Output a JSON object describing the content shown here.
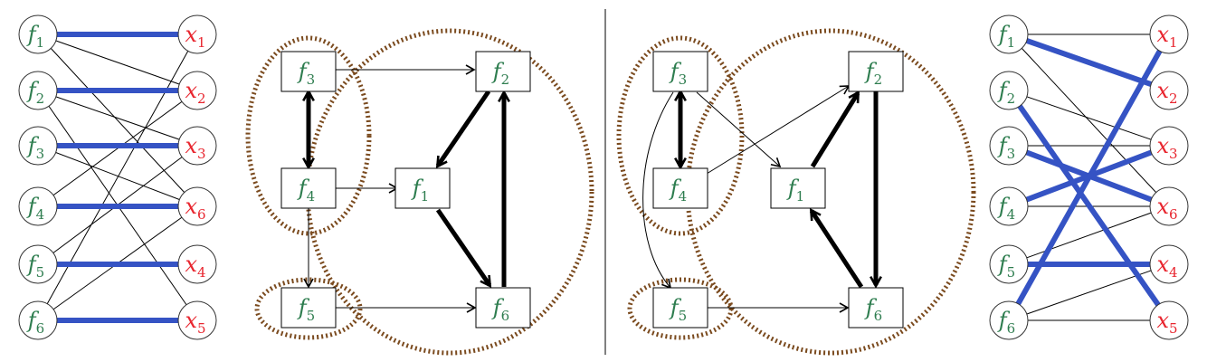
{
  "colors": {
    "factor": "#2e7d4f",
    "variable": "#e8262f",
    "matching": "#3553c4",
    "cluster": "#7a4a1e",
    "edge": "#000000"
  },
  "bipartite_left": {
    "factors": [
      {
        "id": "f1",
        "base": "f",
        "sub": "1"
      },
      {
        "id": "f2",
        "base": "f",
        "sub": "2"
      },
      {
        "id": "f3",
        "base": "f",
        "sub": "3"
      },
      {
        "id": "f4",
        "base": "f",
        "sub": "4"
      },
      {
        "id": "f5",
        "base": "f",
        "sub": "5"
      },
      {
        "id": "f6",
        "base": "f",
        "sub": "6"
      }
    ],
    "variables": [
      {
        "id": "x1",
        "base": "x",
        "sub": "1"
      },
      {
        "id": "x2",
        "base": "x",
        "sub": "2"
      },
      {
        "id": "x3",
        "base": "x",
        "sub": "3"
      },
      {
        "id": "x6",
        "base": "x",
        "sub": "6"
      },
      {
        "id": "x4",
        "base": "x",
        "sub": "4"
      },
      {
        "id": "x5",
        "base": "x",
        "sub": "5"
      }
    ],
    "edges": [
      [
        "f1",
        "x2"
      ],
      [
        "f1",
        "x6"
      ],
      [
        "f2",
        "x3"
      ],
      [
        "f2",
        "x5"
      ],
      [
        "f3",
        "x6"
      ],
      [
        "f4",
        "x2"
      ],
      [
        "f5",
        "x3"
      ],
      [
        "f5",
        "x4"
      ],
      [
        "f6",
        "x1"
      ],
      [
        "f6",
        "x6"
      ]
    ],
    "matching": [
      [
        "f1",
        "x1"
      ],
      [
        "f2",
        "x2"
      ],
      [
        "f3",
        "x3"
      ],
      [
        "f4",
        "x6"
      ],
      [
        "f5",
        "x4"
      ],
      [
        "f6",
        "x5"
      ]
    ]
  },
  "digraph_left": {
    "nodes": [
      {
        "id": "f3",
        "base": "f",
        "sub": "3"
      },
      {
        "id": "f4",
        "base": "f",
        "sub": "4"
      },
      {
        "id": "f5",
        "base": "f",
        "sub": "5"
      },
      {
        "id": "f2",
        "base": "f",
        "sub": "2"
      },
      {
        "id": "f1",
        "base": "f",
        "sub": "1"
      },
      {
        "id": "f6",
        "base": "f",
        "sub": "6"
      }
    ]
  },
  "digraph_right": {
    "nodes": [
      {
        "id": "f3",
        "base": "f",
        "sub": "3"
      },
      {
        "id": "f4",
        "base": "f",
        "sub": "4"
      },
      {
        "id": "f5",
        "base": "f",
        "sub": "5"
      },
      {
        "id": "f2",
        "base": "f",
        "sub": "2"
      },
      {
        "id": "f1",
        "base": "f",
        "sub": "1"
      },
      {
        "id": "f6",
        "base": "f",
        "sub": "6"
      }
    ]
  },
  "bipartite_right": {
    "factors": [
      {
        "id": "f1",
        "base": "f",
        "sub": "1"
      },
      {
        "id": "f2",
        "base": "f",
        "sub": "2"
      },
      {
        "id": "f3",
        "base": "f",
        "sub": "3"
      },
      {
        "id": "f4",
        "base": "f",
        "sub": "4"
      },
      {
        "id": "f5",
        "base": "f",
        "sub": "5"
      },
      {
        "id": "f6",
        "base": "f",
        "sub": "6"
      }
    ],
    "variables": [
      {
        "id": "x1",
        "base": "x",
        "sub": "1"
      },
      {
        "id": "x2",
        "base": "x",
        "sub": "2"
      },
      {
        "id": "x3",
        "base": "x",
        "sub": "3"
      },
      {
        "id": "x6",
        "base": "x",
        "sub": "6"
      },
      {
        "id": "x4",
        "base": "x",
        "sub": "4"
      },
      {
        "id": "x5",
        "base": "x",
        "sub": "5"
      }
    ],
    "edges": [
      [
        "f1",
        "x1"
      ],
      [
        "f1",
        "x6"
      ],
      [
        "f2",
        "x3"
      ],
      [
        "f3",
        "x3"
      ],
      [
        "f4",
        "x6"
      ],
      [
        "f5",
        "x6"
      ],
      [
        "f6",
        "x4"
      ],
      [
        "f6",
        "x5"
      ]
    ],
    "matching": [
      [
        "f1",
        "x2"
      ],
      [
        "f2",
        "x5"
      ],
      [
        "f3",
        "x6"
      ],
      [
        "f4",
        "x3"
      ],
      [
        "f5",
        "x4"
      ],
      [
        "f6",
        "x1"
      ]
    ]
  }
}
